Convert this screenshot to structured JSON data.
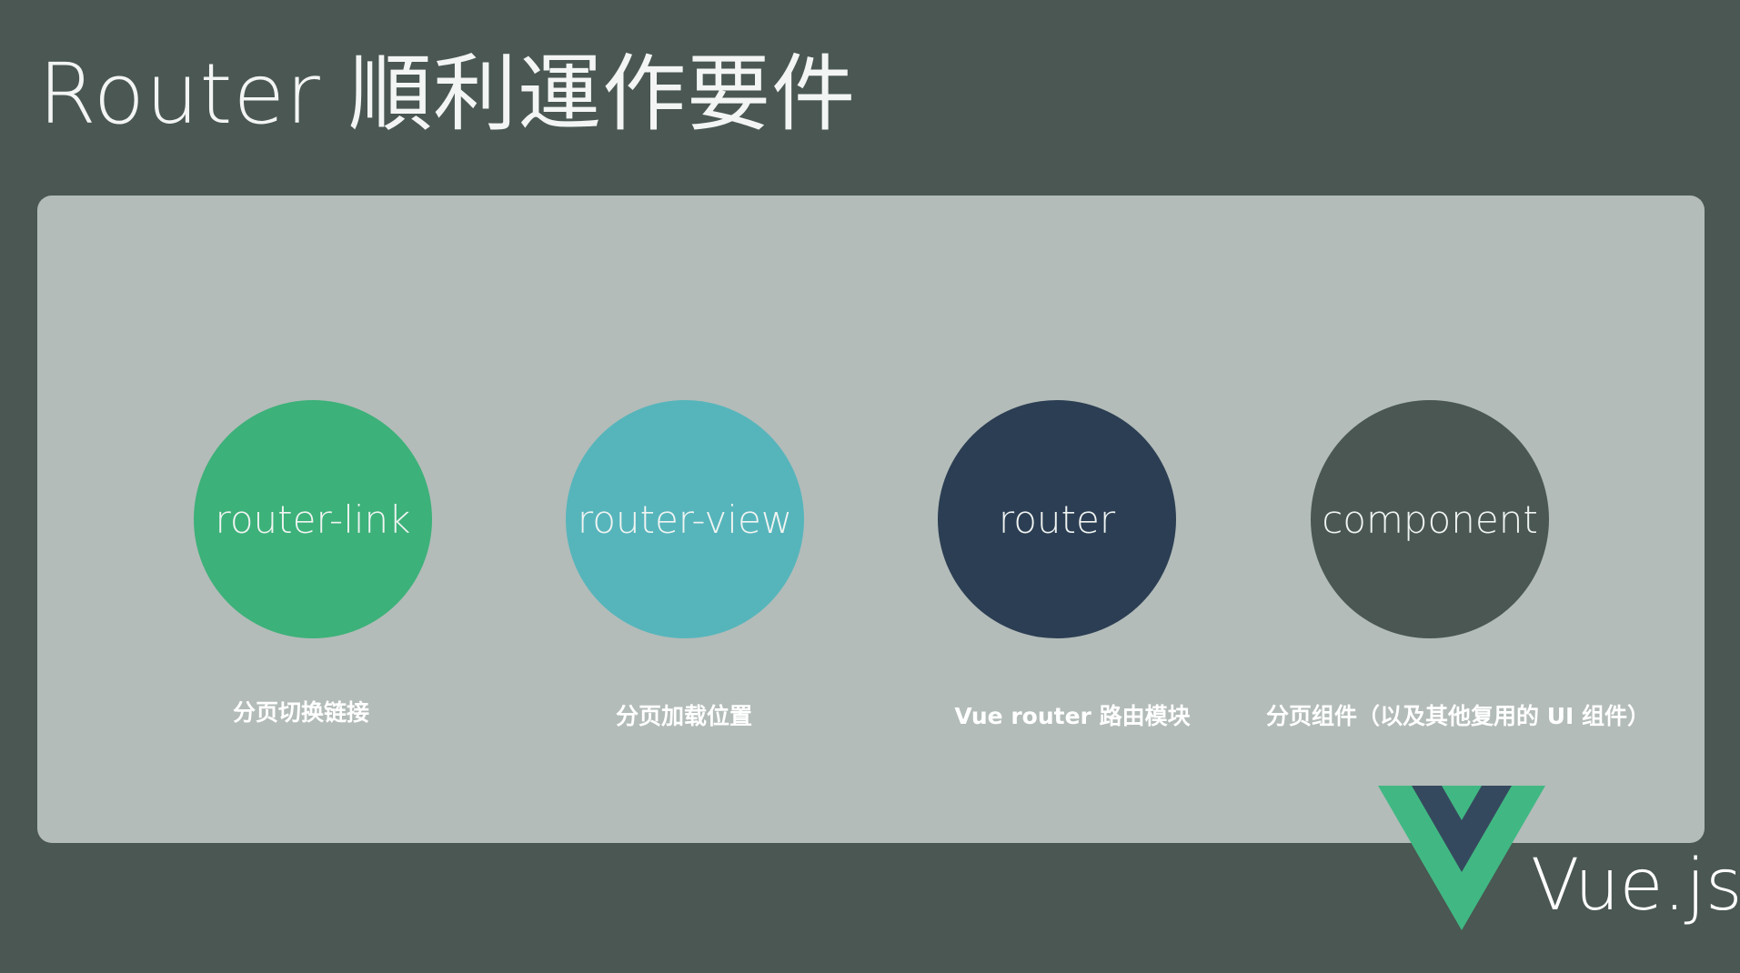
{
  "slide": {
    "title": "Router 順利運作要件"
  },
  "components": [
    {
      "label": "router-link",
      "caption": "分页切换链接",
      "color": "#3cb179"
    },
    {
      "label": "router-view",
      "caption": "分页加载位置",
      "color": "#56b5bb"
    },
    {
      "label": "router",
      "caption": "Vue router 路由模块",
      "color": "#2c3e53"
    },
    {
      "label": "component",
      "caption": "分页组件（以及其他复用的 UI 组件）",
      "color": "#4a5752"
    }
  ],
  "branding": {
    "logo_icon": "vue-logo-icon",
    "wordmark": "Vue.js"
  },
  "colors": {
    "background": "#4a5752",
    "panel": "#b3bcb9",
    "vue_green": "#41b883",
    "vue_dark": "#35495e"
  }
}
